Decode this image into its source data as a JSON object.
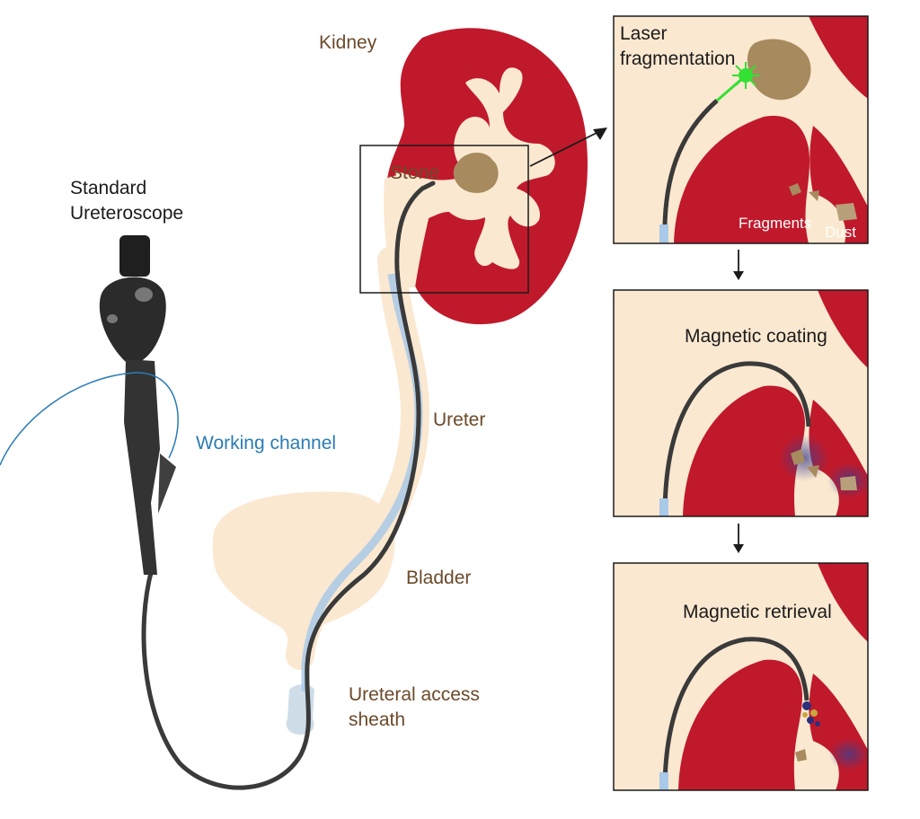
{
  "labels": {
    "scope": [
      "Standard",
      "Ureteroscope"
    ],
    "working_channel": "Working channel",
    "kidney": "Kidney",
    "stone": "Stone",
    "ureter": "Ureter",
    "bladder": "Bladder",
    "sheath": [
      "Ureteral access",
      "sheath"
    ]
  },
  "panels": [
    {
      "title": [
        "Laser",
        "fragmentation"
      ],
      "notes": [
        "Fragments",
        "Dust"
      ]
    },
    {
      "title": [
        "Magnetic coating"
      ]
    },
    {
      "title": [
        "Magnetic retrieval"
      ]
    }
  ],
  "colors": {
    "kidney": "#c0192b",
    "tissue": "#fbe8d0",
    "scope": "#3a3a3a",
    "stone": "#a78a5e",
    "laser": "#33e033",
    "channel": "#2a7cb5",
    "label": "#6b4a2a"
  }
}
